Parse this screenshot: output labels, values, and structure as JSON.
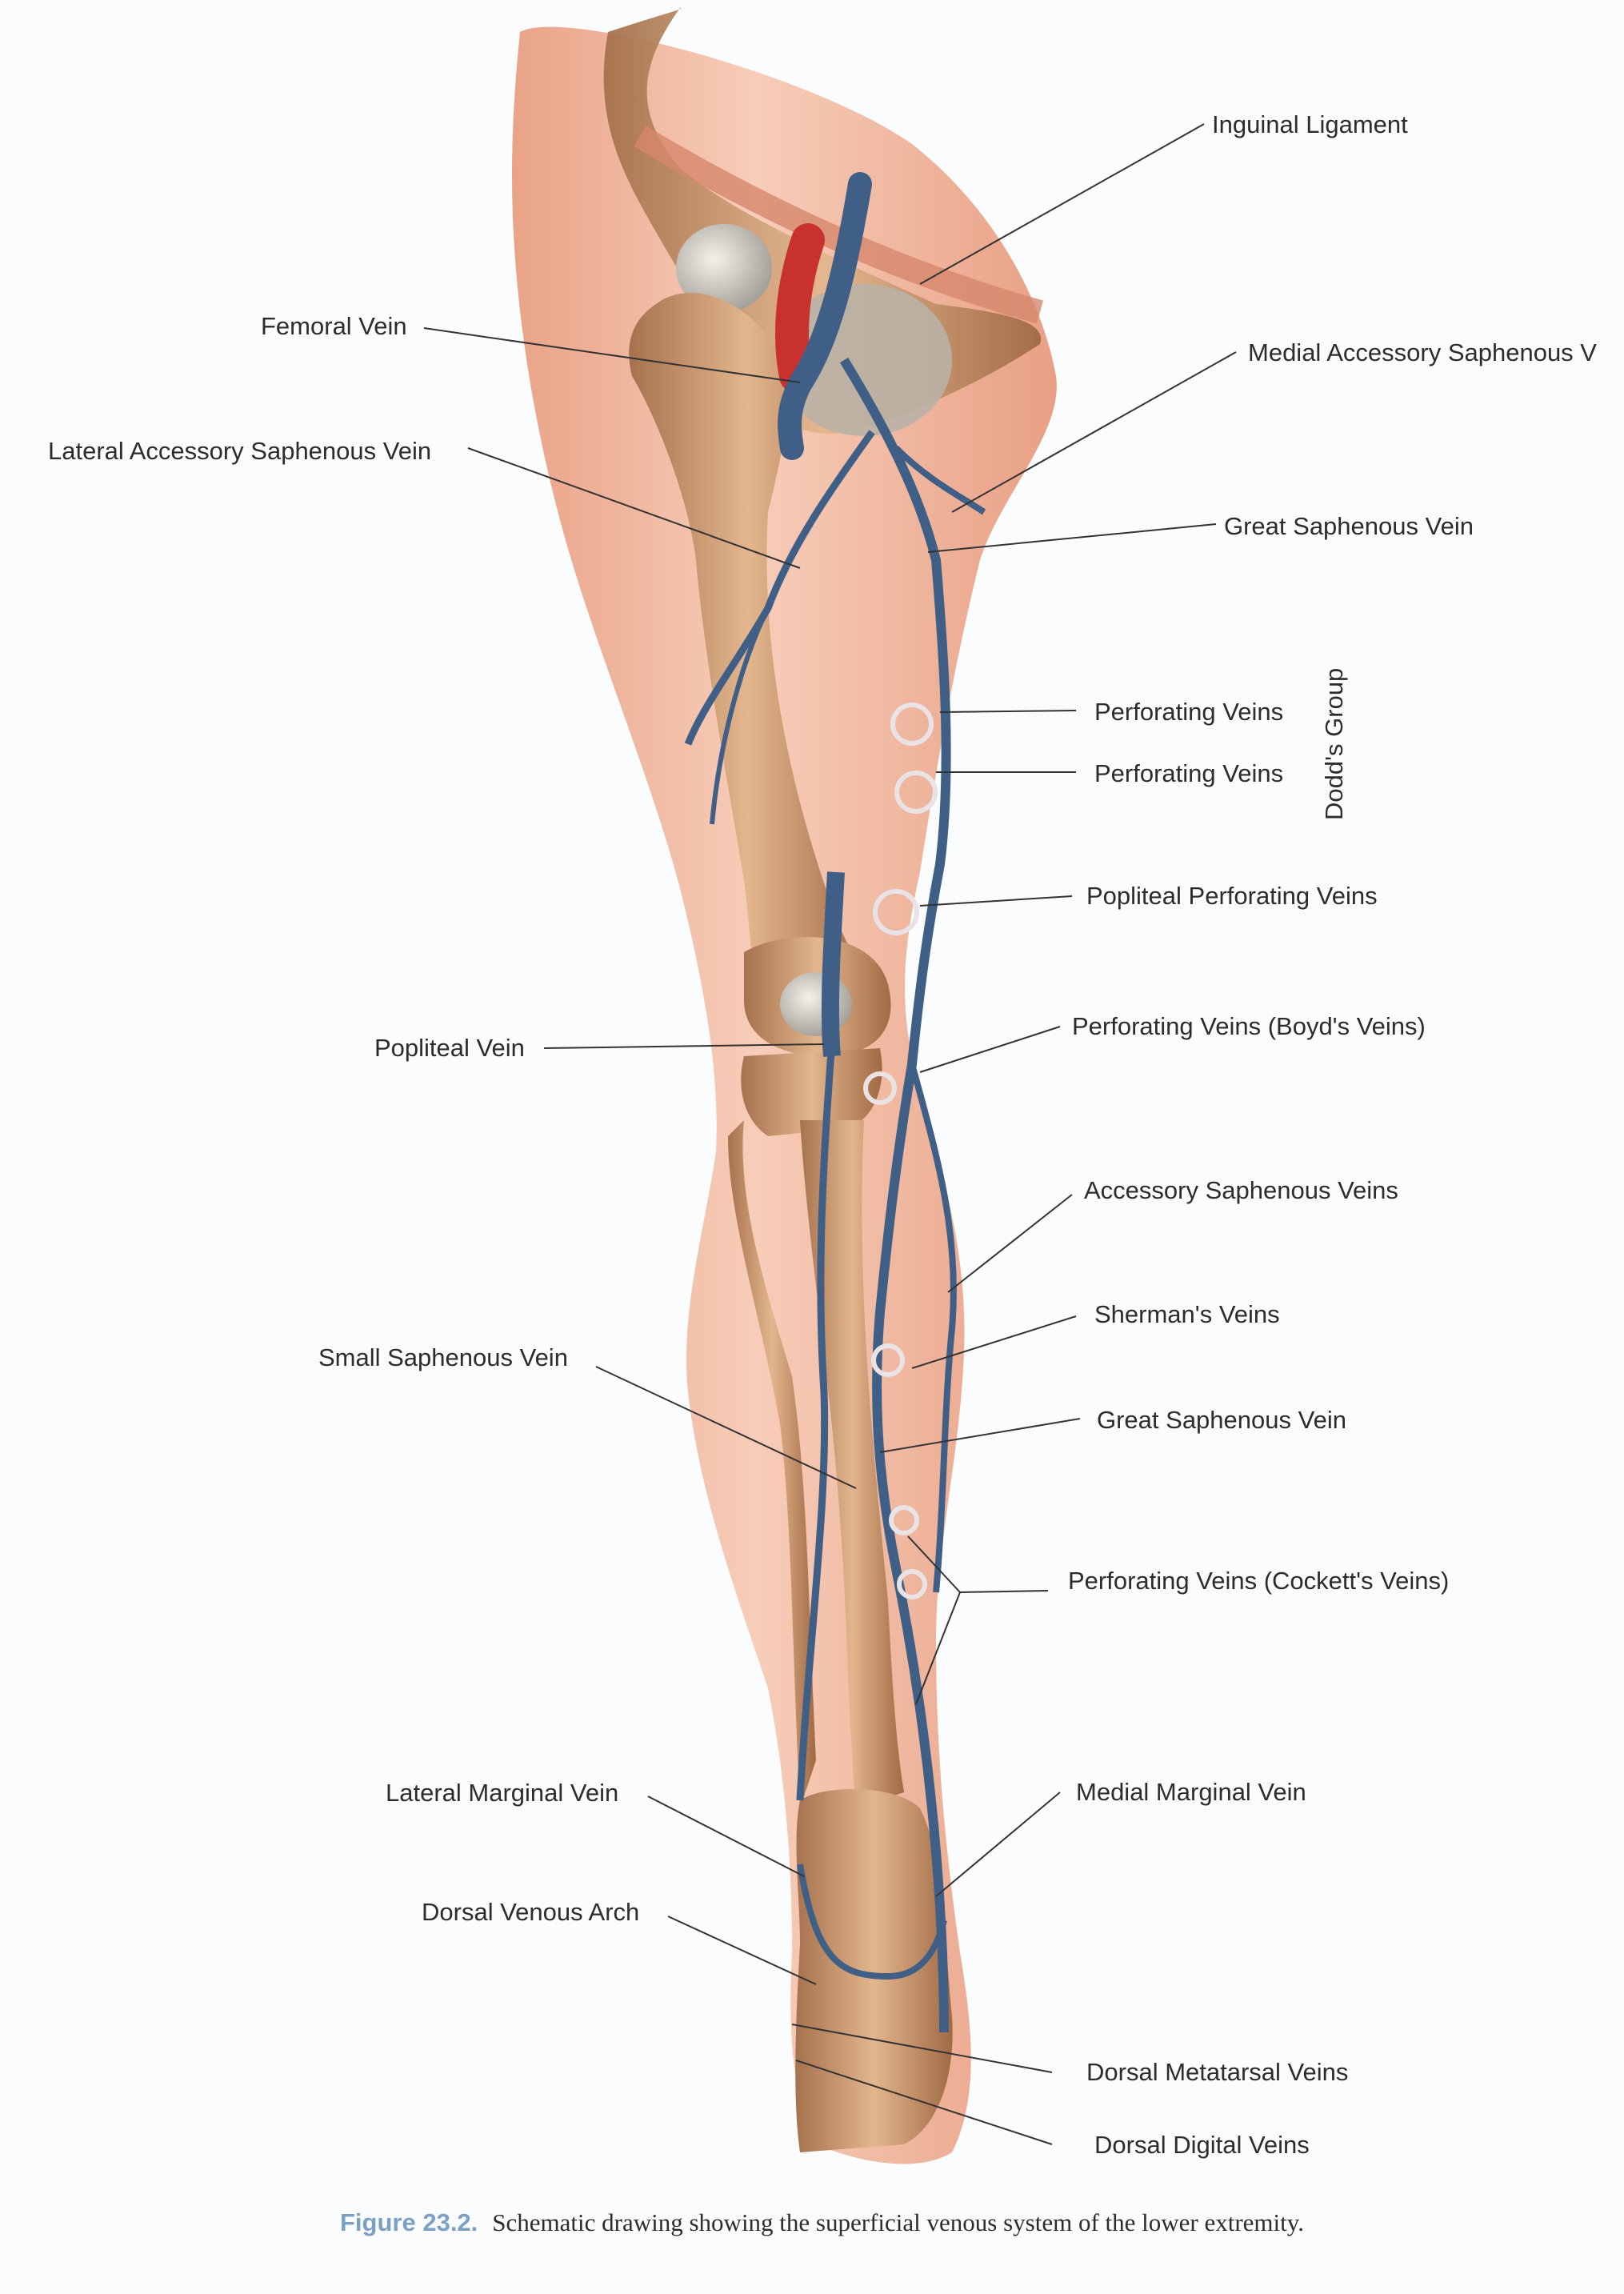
{
  "labels": {
    "inguinal_ligament": "Inguinal Ligament",
    "femoral_vein": "Femoral Vein",
    "medial_accessory_saphenous": "Medial Accessory Saphenous V",
    "lateral_accessory_saphenous": "Lateral Accessory Saphenous Vein",
    "great_saphenous_upper": "Great Saphenous Vein",
    "perforating_1": "Perforating Veins",
    "perforating_2": "Perforating Veins",
    "dodds_group": "Dodd's Group",
    "popliteal_perforating": "Popliteal Perforating Veins",
    "popliteal_vein": "Popliteal Vein",
    "boyds": "Perforating Veins (Boyd's Veins)",
    "accessory_saphenous": "Accessory Saphenous Veins",
    "shermans": "Sherman's Veins",
    "small_saphenous": "Small Saphenous Vein",
    "great_saphenous_lower": "Great Saphenous Vein",
    "cocketts": "Perforating Veins (Cockett's Veins)",
    "lateral_marginal": "Lateral Marginal Vein",
    "medial_marginal": "Medial Marginal Vein",
    "dorsal_venous_arch": "Dorsal Venous Arch",
    "dorsal_metatarsal": "Dorsal Metatarsal Veins",
    "dorsal_digital": "Dorsal Digital Veins"
  },
  "caption": {
    "figure": "Figure 23.2.",
    "text": "Schematic drawing showing the superficial venous system of the lower extremity."
  },
  "colors": {
    "skin": "#f1b79f",
    "bone": "#c9946a",
    "vein": "#3f5f86",
    "artery": "#c8322e",
    "leader": "#333333",
    "caption_figure": "#7aa0c6"
  }
}
